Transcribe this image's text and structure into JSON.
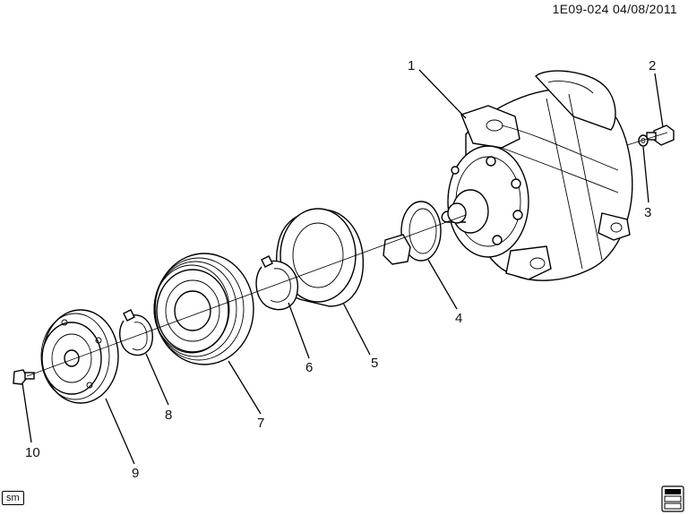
{
  "header": {
    "diagram_code": "1E09-024  04/08/2011"
  },
  "footer": {
    "sm_label": "sm"
  },
  "callouts": [
    "1",
    "2",
    "3",
    "4",
    "5",
    "6",
    "7",
    "8",
    "9",
    "10"
  ],
  "icons": {
    "brand_logo": "gm-spo-logo-icon"
  },
  "colors": {
    "line": "#000000",
    "background": "#ffffff"
  }
}
